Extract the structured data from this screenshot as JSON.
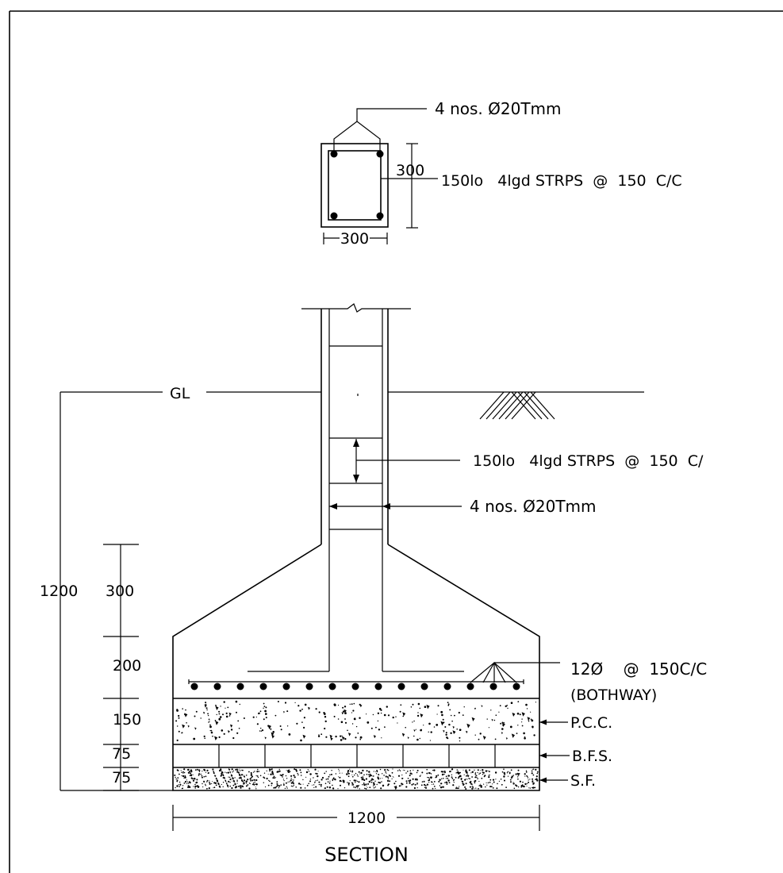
{
  "column_detail": {
    "main_bars_label": "4 nos. Ø20Tmm",
    "depth_label": "300",
    "stirrups_label": "150lo   4lgd STRPS  @  150  C/C",
    "width_label": "300"
  },
  "section": {
    "gl_label": "GL",
    "stirrups_label": "150lo   4lgd STRPS  @  150  C/",
    "main_bars_label": "4 nos. Ø20Tmm",
    "bottom_bars_label": "12Ø    @  150C/C",
    "bottom_bars_sub": "(BOTHWAY)",
    "pcc_label": "P.C.C.",
    "bfs_label": "B.F.S.",
    "sf_label": "S.F.",
    "total_depth": "1200",
    "dims": [
      "300",
      "200",
      "150",
      "75",
      "75"
    ],
    "width_label": "1200",
    "title": "SECTION"
  }
}
